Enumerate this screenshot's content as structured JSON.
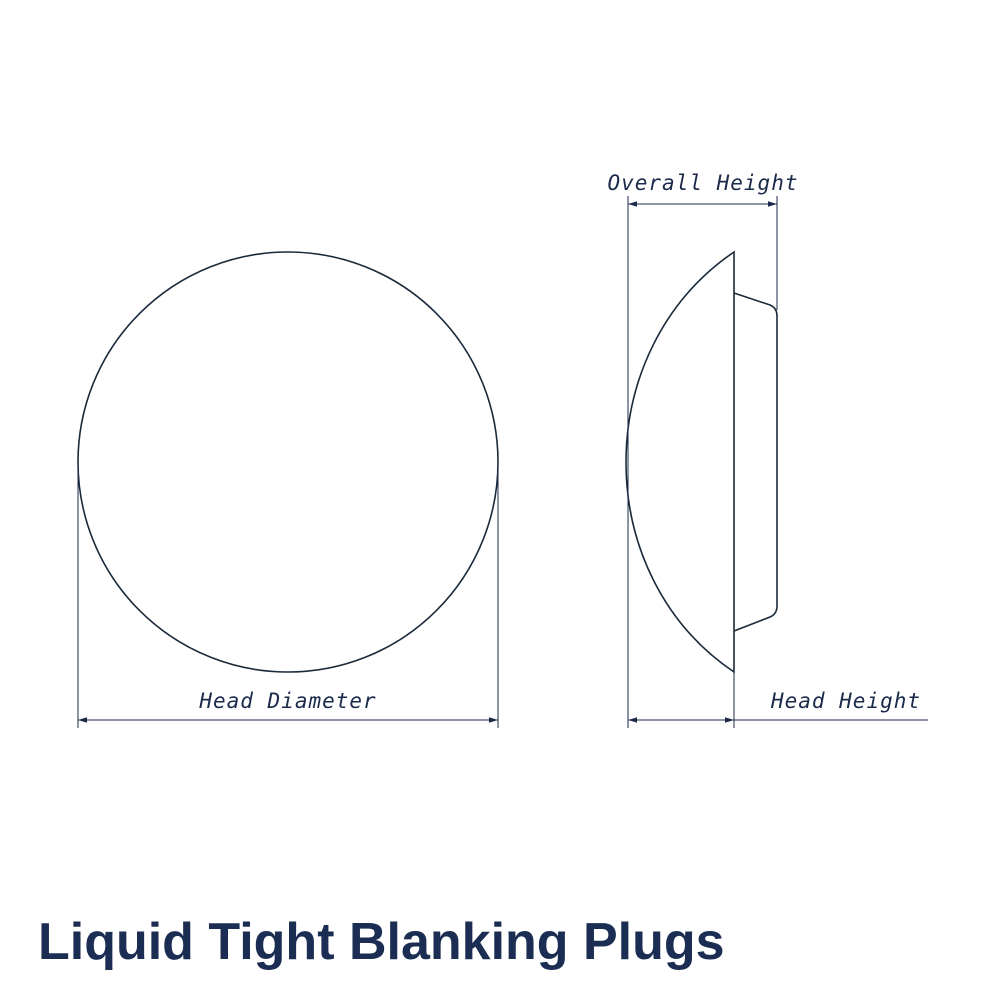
{
  "title": "Liquid Tight Blanking Plugs",
  "labels": {
    "head_diameter": "Head Diameter",
    "overall_height": "Overall Height",
    "head_height": "Head Height"
  },
  "colors": {
    "outline": "#1b2a3a",
    "dimension": "#1b2a4a",
    "title": "#1b2d52"
  },
  "icons": {
    "front_view": "circle-front-view",
    "side_view": "dome-side-view"
  }
}
